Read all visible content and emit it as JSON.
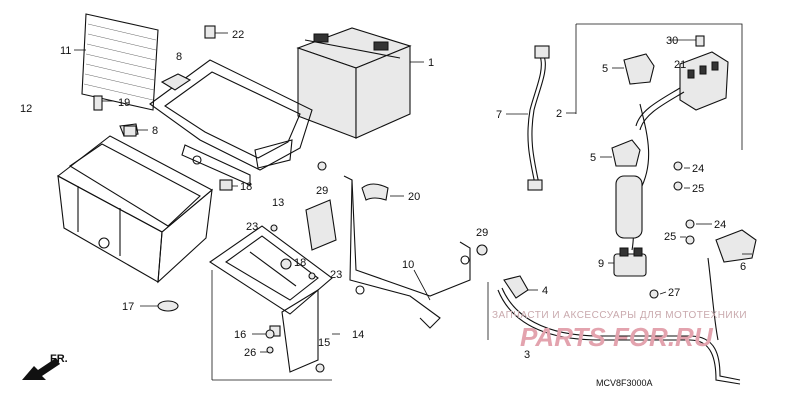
{
  "callouts": {
    "c1": "1",
    "c2": "2",
    "c3": "3",
    "c4": "4",
    "c5a": "5",
    "c5b": "5",
    "c6": "6",
    "c7": "7",
    "c8a": "8",
    "c8b": "8",
    "c9": "9",
    "c10": "10",
    "c11": "11",
    "c12": "12",
    "c13": "13",
    "c14": "14",
    "c15": "15",
    "c16": "16",
    "c17": "17",
    "c18a": "18",
    "c18b": "18",
    "c19": "19",
    "c20": "20",
    "c21": "21",
    "c22": "22",
    "c23a": "23",
    "c23b": "23",
    "c24a": "24",
    "c24b": "24",
    "c25a": "25",
    "c25b": "25",
    "c26": "26",
    "c27": "27",
    "c29a": "29",
    "c29b": "29",
    "c30": "30"
  },
  "front_label": "FR.",
  "diagram_code": "MCV8F3000A",
  "watermark": {
    "tagline": "ЗАПЧАСТИ И АКСЕССУАРЫ ДЛЯ МОТОТЕХНИКИ",
    "brand": "PARTS FOR.RU"
  }
}
